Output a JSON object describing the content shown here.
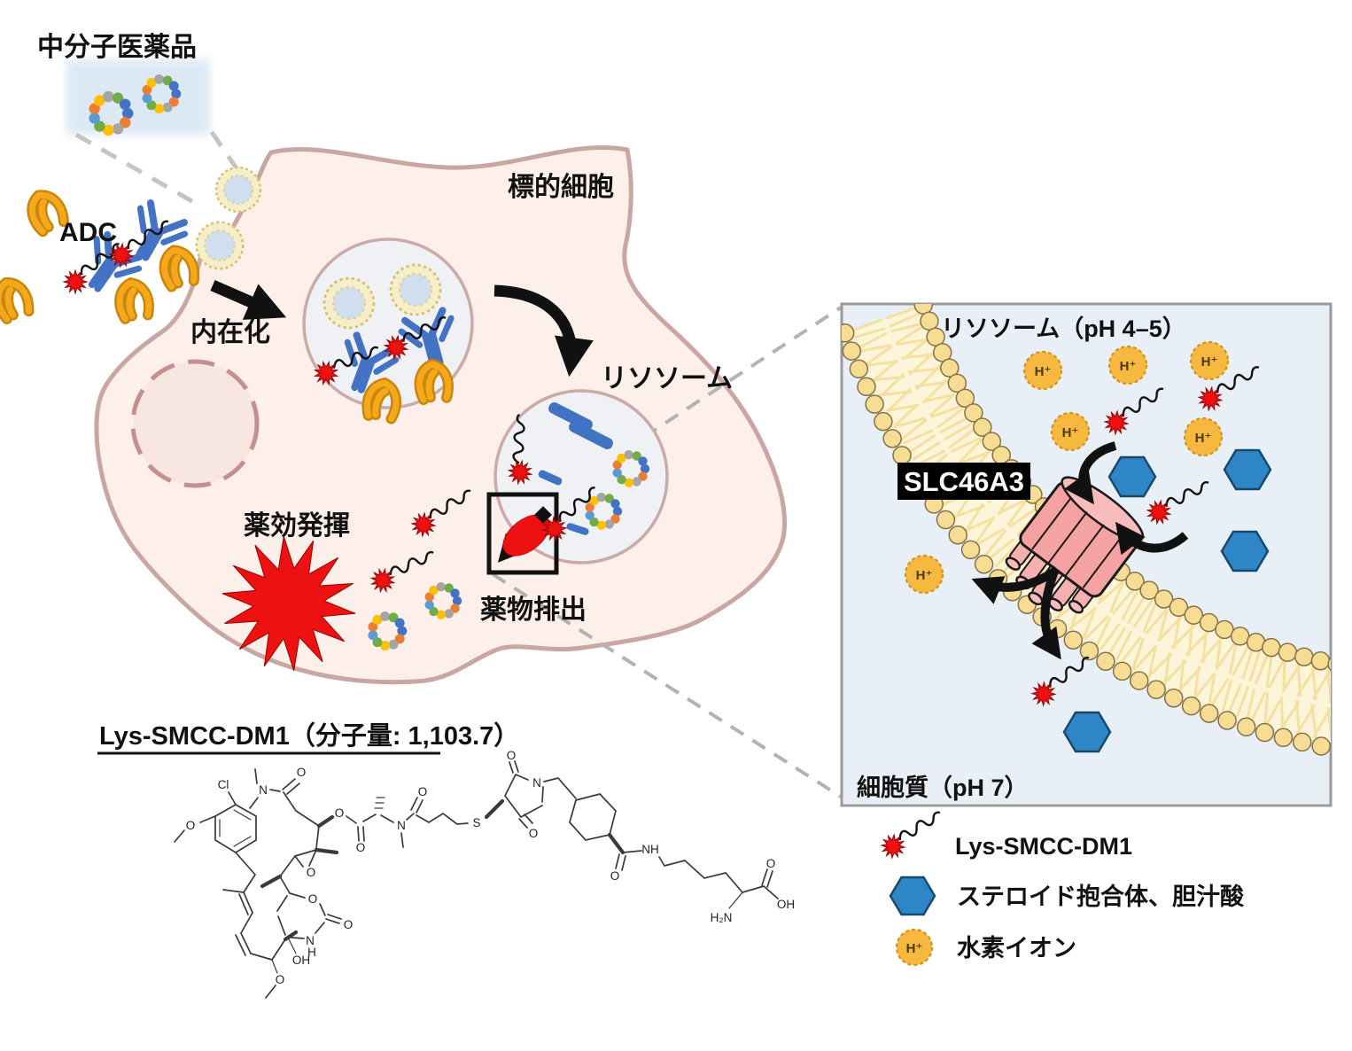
{
  "figure": {
    "top": {
      "mid_molecule_label": "中分子医薬品",
      "adc_label": "ADC"
    },
    "cell": {
      "target_cell_label": "標的細胞",
      "internalization_label": "内在化",
      "lysosome_label": "リソソーム",
      "drug_effect_label": "薬効発揮",
      "drug_efflux_label": "薬物排出"
    },
    "panel": {
      "lysosome_ph_label": "リソソーム（pH 4–5）",
      "transporter_label": "SLC46A3",
      "cytoplasm_ph_label": "細胞質（pH 7）",
      "hydrogen_ion": "H⁺"
    },
    "legend": {
      "drug_label": "Lys-SMCC-DM1",
      "steroid_label": "ステロイド抱合体、胆汁酸",
      "hydrogen_label": "水素イオン"
    },
    "structure": {
      "title": "Lys-SMCC-DM1（分子量: 1,103.7）",
      "atoms": {
        "cl": "Cl",
        "n1": "N",
        "ome1": "O",
        "o1": "O",
        "oe": "O",
        "o2": "O",
        "n2": "N",
        "o3": "O",
        "s": "S",
        "o4": "O",
        "n3": "N",
        "o5": "O",
        "o6": "O",
        "nh": "NH",
        "o7": "O",
        "oh1": "OH",
        "h2n": "H₂N",
        "oep": "O",
        "oring": "O",
        "o8": "O",
        "n4": "N",
        "h4": "H",
        "oh2": "OH",
        "ome2": "O"
      }
    },
    "colors": {
      "cell_fill": "#fdf0ea",
      "membrane_pink": "#c9a6a2",
      "panel_bg": "#e9eff6",
      "accent_red": "#ee1111",
      "antibody_blue": "#4472c4",
      "receptor_orange": "#f5a81c",
      "hexagon_blue": "#2e86c6",
      "hydrogen_orange": "#f6b83f",
      "transporter_pink": "#f5a2a2",
      "lipid_head_yellow": "#f7dc94"
    }
  }
}
